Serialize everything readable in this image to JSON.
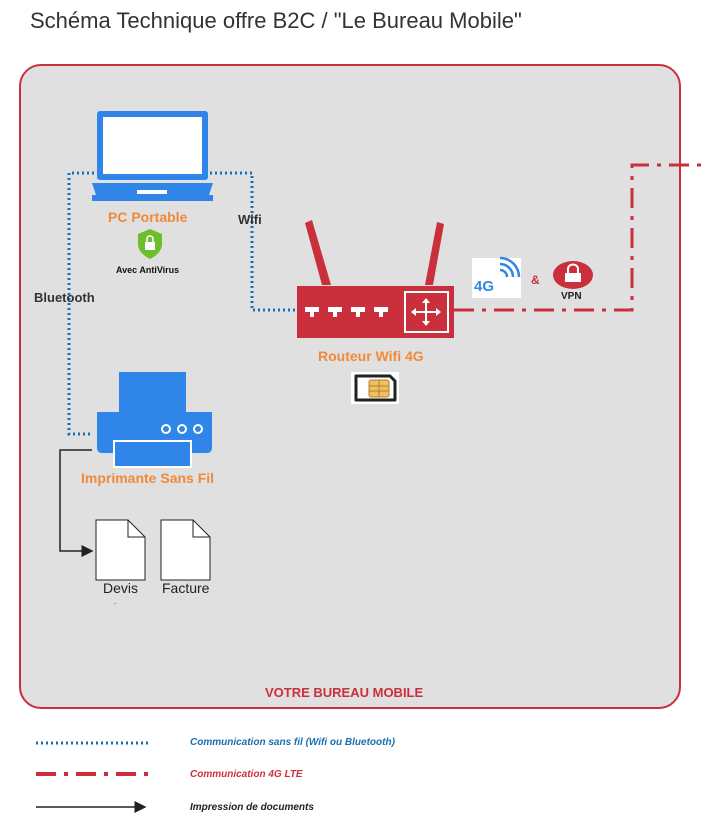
{
  "title": "Schéma Technique offre B2C / \"Le Bureau Mobile\"",
  "devices": {
    "laptop": {
      "label": "PC Portable",
      "antivirus": "Avec AntiVirus"
    },
    "router": {
      "label": "Routeur Wifi 4G"
    },
    "printer": {
      "label": "Imprimante Sans Fil"
    },
    "network": {
      "badge": "4G",
      "joiner": "&",
      "vpn": "VPN"
    }
  },
  "links": {
    "wifi": "Wifi",
    "bluetooth": "Bluetooth"
  },
  "documents": [
    {
      "label": "Devis",
      "sub": "."
    },
    {
      "label": "Facture"
    }
  ],
  "zone_label": "VOTRE BUREAU MOBILE",
  "legend": [
    {
      "text": "Communication sans fil (Wifi ou Bluetooth)"
    },
    {
      "text": "Communication 4G LTE"
    },
    {
      "text": "Impression de documents"
    }
  ],
  "colors": {
    "accent_red": "#c9303b",
    "wireless_blue": "#1a6fb0",
    "device_blue": "#2f86e8",
    "label_orange": "#f08a3a",
    "shield_green": "#6cbf2a"
  }
}
